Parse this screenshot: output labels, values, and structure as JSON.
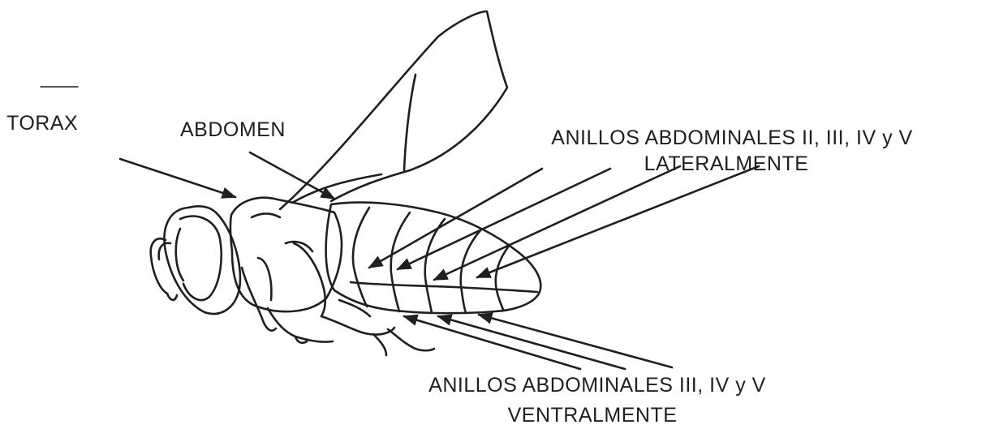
{
  "labels": {
    "torax": "TORAX",
    "abdomen": "ABDOMEN",
    "lateral_line1": "ANILLOS ABDOMINALES II, III, IV y V",
    "lateral_line2": "LATERALMENTE",
    "ventral_line1": "ANILLOS ABDOMINALES III, IV y V",
    "ventral_line2": "VENTRALMENTE"
  },
  "colors": {
    "ink": "#1f1f1f",
    "background": "#ffffff"
  }
}
